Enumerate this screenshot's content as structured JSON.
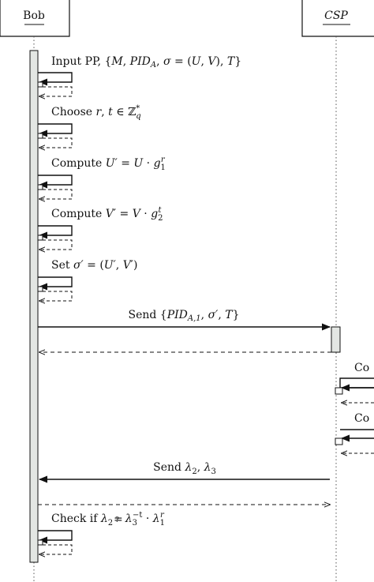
{
  "actors": {
    "left": "Bob",
    "right": "CSP"
  },
  "messages": [
    {
      "id": "m1",
      "text": "Input PP, {M, PID_A, σ = (U, V), T}",
      "kind": "self"
    },
    {
      "id": "m2",
      "text": "Choose r, t ∈ ℤ*_q",
      "kind": "self"
    },
    {
      "id": "m3",
      "text": "Compute U′ = U · g1^r",
      "kind": "self"
    },
    {
      "id": "m4",
      "text": "Compute V′ = V · g2^t",
      "kind": "self"
    },
    {
      "id": "m5",
      "text": "Set σ′ = (U′, V′)",
      "kind": "self"
    },
    {
      "id": "m6",
      "text": "Send {PID_A,1, σ′, T}",
      "kind": "send-right"
    },
    {
      "id": "m7",
      "text": "Co",
      "kind": "right-self-cut"
    },
    {
      "id": "m8",
      "text": "Co",
      "kind": "right-self-cut"
    },
    {
      "id": "m9",
      "text": "Send λ2, λ3",
      "kind": "send-left"
    },
    {
      "id": "m10",
      "text": "Check if λ2 ≟ λ3^−t · λ1^r",
      "kind": "self"
    }
  ],
  "labels": {
    "m1": {
      "pre": "Input PP, {",
      "M": "M",
      "c1": ", ",
      "PID": "PID",
      "PIDsub": "A",
      "c2": ", ",
      "sigma": "σ",
      "eq": " = (",
      "U": "U",
      "c3": ", ",
      "V": "V",
      "close": "), ",
      "T": "T",
      "end": "}"
    },
    "m2": {
      "pre": "Choose ",
      "r": "r",
      "c": ", ",
      "t": "t",
      "in": " ∈ ",
      "Z": "ℤ",
      "sup": "*",
      "sub": "q"
    },
    "m3": {
      "pre": "Compute ",
      "lhs": "U′",
      "eq": " = ",
      "U": "U",
      "dot": " · ",
      "g": "g",
      "sub": "1",
      "sup": "r"
    },
    "m4": {
      "pre": "Compute ",
      "lhs": "V′",
      "eq": " = ",
      "V": "V",
      "dot": " · ",
      "g": "g",
      "sub": "2",
      "sup": "t"
    },
    "m5": {
      "pre": "Set ",
      "lhs": "σ′",
      "eq": " = (",
      "U": "U′",
      "c": ", ",
      "V": "V′",
      "close": ")"
    },
    "m6": {
      "pre": "Send {",
      "PID": "PID",
      "sub": "A,1",
      "c1": ", ",
      "sigma": "σ′",
      "c2": ", ",
      "T": "T",
      "end": "}"
    },
    "m7": {
      "text": "Co"
    },
    "m8": {
      "text": "Co"
    },
    "m9": {
      "pre": "Send ",
      "l1": "λ",
      "s1": "2",
      "c": ", ",
      "l2": "λ",
      "s2": "3"
    },
    "m10": {
      "pre": "Check if ",
      "l2": "λ",
      "s2": "2",
      "q": "?",
      "eq": "=",
      "l3": "λ",
      "s3": "3",
      "sup3": "−t",
      "dot": " · ",
      "l1": "λ",
      "s1": "1",
      "sup1": "r"
    }
  }
}
